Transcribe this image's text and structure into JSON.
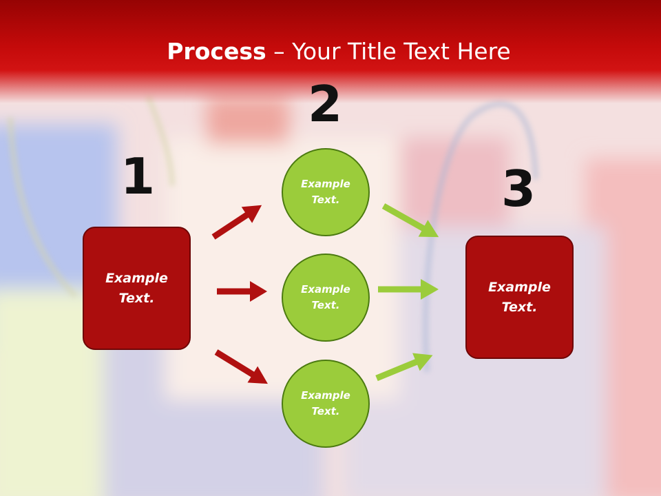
{
  "title": {
    "bold": "Process",
    "rest": " – Your Title Text Here"
  },
  "steps": {
    "one": {
      "number": "1",
      "line1": "Example",
      "line2": "Text."
    },
    "two": {
      "number": "2"
    },
    "three": {
      "number": "3",
      "line1": "Example",
      "line2": "Text."
    }
  },
  "circles": [
    {
      "line1": "Example",
      "line2": "Text."
    },
    {
      "line1": "Example",
      "line2": "Text."
    },
    {
      "line1": "Example",
      "line2": "Text."
    }
  ],
  "colors": {
    "box_fill": "#ab0d0d",
    "box_border": "#6e0606",
    "circle_fill": "#9bcc3b",
    "circle_border": "#4b7a10",
    "arrow_red": "#b01010",
    "arrow_green": "#9bcc3b",
    "header": "#c40a0a"
  }
}
